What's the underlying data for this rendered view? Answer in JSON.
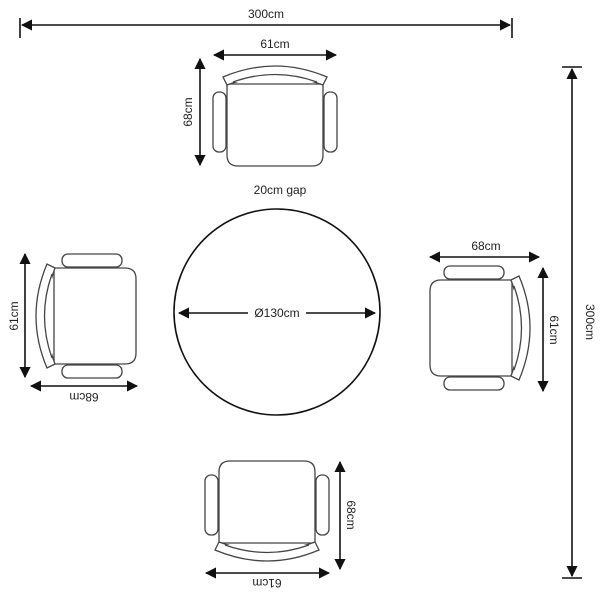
{
  "room": {
    "width_label": "300cm",
    "depth_label": "300cm"
  },
  "table": {
    "diameter_label": "Ø130cm",
    "gap_label": "20cm gap"
  },
  "chairs": {
    "top": {
      "width_label": "61cm",
      "depth_label": "68cm"
    },
    "left": {
      "width_label": "61cm",
      "depth_label": "68cm"
    },
    "right": {
      "width_label": "61cm",
      "depth_label": "68cm"
    },
    "bottom": {
      "width_label": "61cm",
      "depth_label": "68cm"
    }
  }
}
